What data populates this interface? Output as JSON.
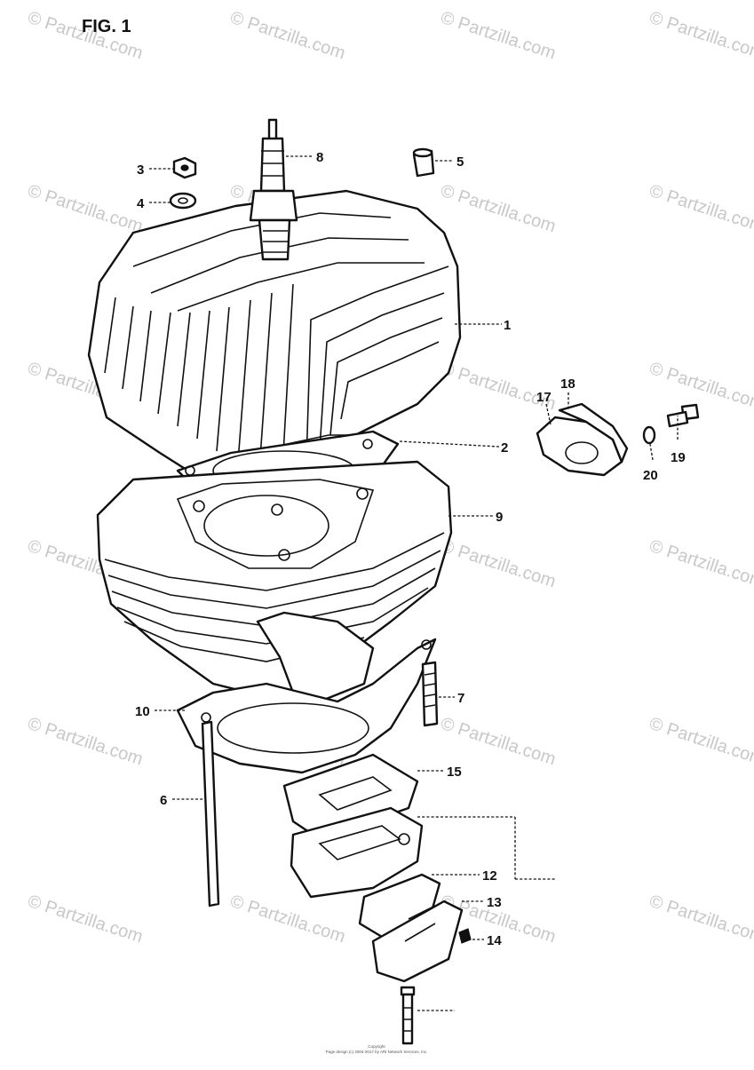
{
  "figure": {
    "title": "FIG. 1"
  },
  "watermark": {
    "text": "© Partzilla.com"
  },
  "callouts": [
    {
      "id": "1",
      "label": "1"
    },
    {
      "id": "2",
      "label": "2"
    },
    {
      "id": "3",
      "label": "3"
    },
    {
      "id": "4",
      "label": "4"
    },
    {
      "id": "5",
      "label": "5"
    },
    {
      "id": "6",
      "label": "6"
    },
    {
      "id": "7",
      "label": "7"
    },
    {
      "id": "8",
      "label": "8"
    },
    {
      "id": "9",
      "label": "9"
    },
    {
      "id": "10",
      "label": "10"
    },
    {
      "id": "12",
      "label": "12"
    },
    {
      "id": "13",
      "label": "13"
    },
    {
      "id": "14",
      "label": "14"
    },
    {
      "id": "15",
      "label": "15"
    },
    {
      "id": "17",
      "label": "17"
    },
    {
      "id": "18",
      "label": "18"
    },
    {
      "id": "19",
      "label": "19"
    },
    {
      "id": "20",
      "label": "20"
    }
  ],
  "footer": {
    "line1": "Copyright",
    "line2": "Page design (c) 2004-2017 by ARI Network Services, Inc."
  },
  "colors": {
    "ink": "#111111",
    "watermark": "#c8c8c8",
    "paper": "#ffffff"
  }
}
